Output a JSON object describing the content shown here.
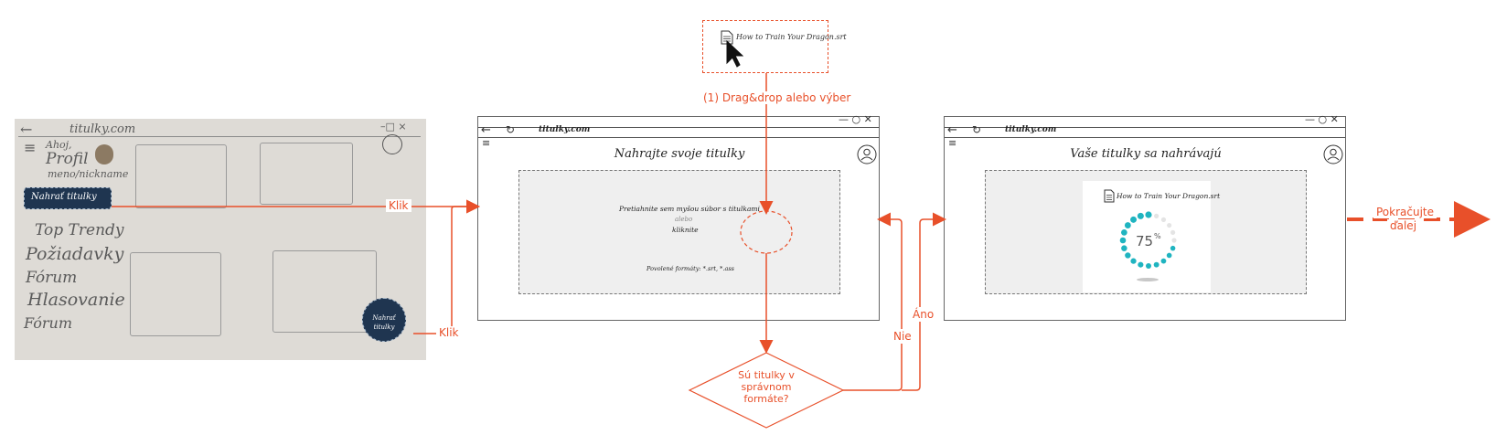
{
  "sketch": {
    "nav_title": "titulky.com",
    "greeting": "Ahoj,",
    "profile": "Profil",
    "nickname": "meno/nickname",
    "upload_button": "Nahrať titulky",
    "menu": [
      "Top Trendy",
      "Požiadavky",
      "Fórum",
      "Hlasovanie",
      "Fórum"
    ],
    "fab_label": "Nahrať titulky"
  },
  "file_box": {
    "filename": "How to Train Your Dragon.srt"
  },
  "screen1": {
    "site": "titulky.com",
    "title": "Nahrajte svoje titulky",
    "drop_line1": "Pretiahnite sem myšou súbor s titulkami",
    "drop_or": "alebo",
    "drop_click": "kliknite",
    "formats": "Povolené formáty: *.srt, *.ass"
  },
  "screen2": {
    "site": "titulky.com",
    "title": "Vaše titulky sa nahrávajú",
    "filename": "How to Train Your Dragon.srt",
    "progress_text": "75",
    "progress_unit": "%",
    "progress_fraction": 0.75
  },
  "flow": {
    "click_1": "Klik",
    "click_2": "Klik",
    "step_1": "(1) Drag&drop alebo výber",
    "decision": [
      "Sú titulky v",
      "správnom",
      "formáte?"
    ],
    "no": "Nie",
    "yes": "Áno",
    "continue": [
      "Pokračujte",
      "ďalej"
    ]
  },
  "colors": {
    "flow": "#e8502a",
    "button": "#1f3550",
    "spinner": "#1fb4c0"
  }
}
